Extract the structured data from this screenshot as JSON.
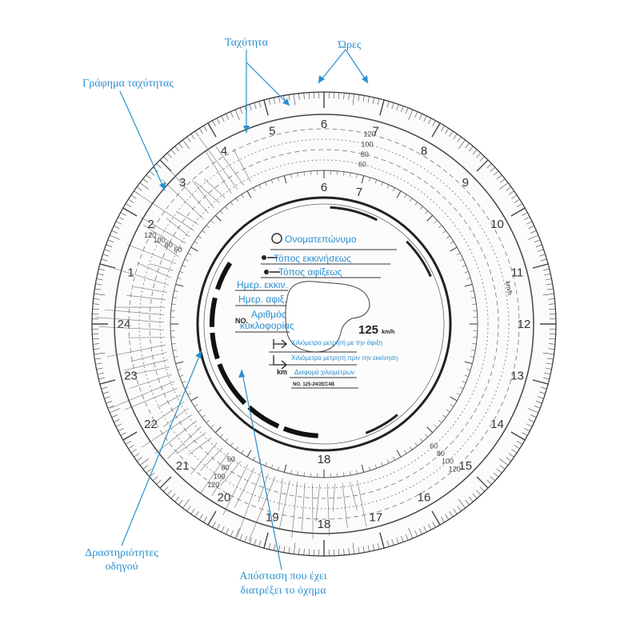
{
  "callouts": {
    "speed": "Ταχύτητα",
    "hours": "Ώρες",
    "speed_graph": "Γράφημα ταχύτητας",
    "driver_activities_line1": "Δραστηριότητες",
    "driver_activities_line2": "οδηγού",
    "distance_line1": "Απόσταση που έχει",
    "distance_line2": "διατρέξει το όχημα"
  },
  "disc": {
    "hour_labels": [
      "1",
      "2",
      "3",
      "4",
      "5",
      "6",
      "7",
      "8",
      "9",
      "10",
      "11",
      "12",
      "13",
      "14",
      "15",
      "16",
      "17",
      "18",
      "19",
      "20",
      "21",
      "22",
      "23",
      "24"
    ],
    "speed_labels": [
      "60",
      "80",
      "100",
      "120"
    ],
    "inner_hour_labels": [
      "6",
      "7",
      "18"
    ],
    "speed_rating": "125",
    "speed_unit": "km/h",
    "outer_unit": "km/h",
    "fields": [
      "Ονοματεπώνυμο",
      "Τόπος εκκινήσεως",
      "Τόπος αφίξεως",
      "Ημερ. εκκιν.",
      "Ημερ. αφιξ.",
      "Αριθμός",
      "κυκλοφορίας"
    ],
    "number_prefix": "NO.",
    "odometer_labels": [
      "Χιλιόμετρα μετρητή με την άφιξη",
      "Χιλιόμετρα μετρητή πριν την εκκίνηση",
      "Διαφορά χιλιομέτρων"
    ],
    "km_label": "km",
    "model_code": "NO. 125-24/2EC4B"
  },
  "colors": {
    "accent": "#2a8fd0",
    "ink": "#222222",
    "trace": "#555555"
  }
}
